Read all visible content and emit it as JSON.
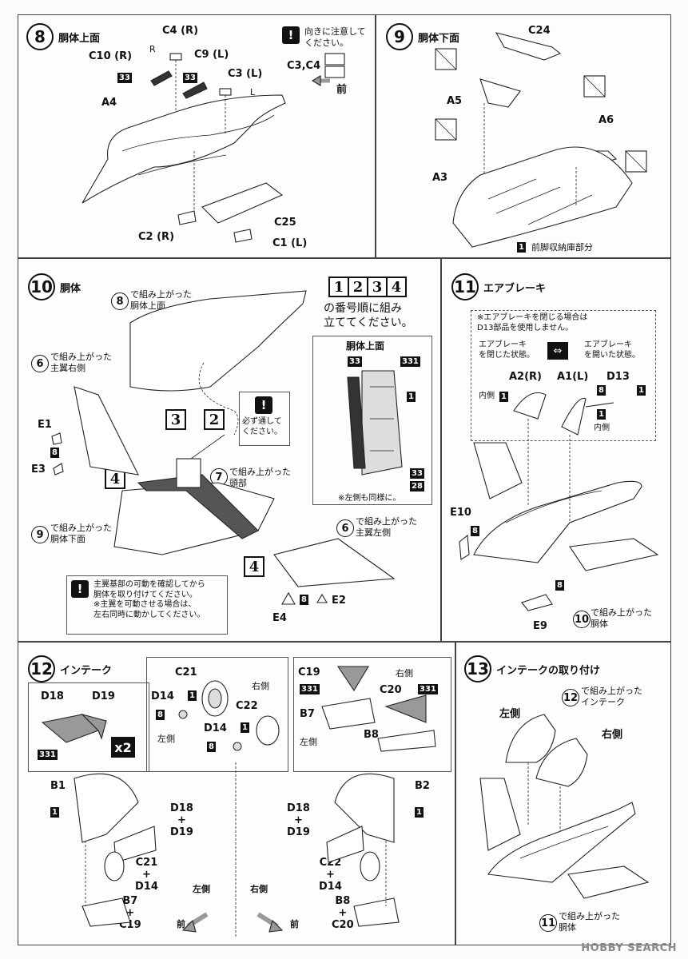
{
  "step8": {
    "num": "8",
    "title": "胴体上面",
    "note": "向きに注意して\nください。",
    "note_parts": "C3,C4",
    "front": "前",
    "labels": {
      "c4": "C4 (R)",
      "c10": "C10 (R)",
      "c9": "C9 (L)",
      "c3": "C3 (L)",
      "a4": "A4",
      "c25": "C25",
      "c2": "C2 (R)",
      "c1": "C1 (L)",
      "r": "R",
      "l": "L"
    },
    "badge": "33"
  },
  "step9": {
    "num": "9",
    "title": "胴体下面",
    "labels": {
      "c24": "C24",
      "a5": "A5",
      "a6": "A6",
      "a3": "A3"
    },
    "badge": "1",
    "caption": "前脚収納庫部分"
  },
  "step10": {
    "num": "10",
    "title": "胴体",
    "built8": "で組み上がった\n胴体上面",
    "built6": "で組み上がった\n主翼右側",
    "built7": "で組み上がった\n頭部",
    "built9": "で組み上がった\n胴体下面",
    "built6l": "で組み上がった\n主翼左側",
    "order_nums": [
      "1",
      "2",
      "3",
      "4"
    ],
    "order_text": "の番号順に組み\n立ててください。",
    "inset_title": "胴体上面",
    "inset_note": "※左側も同様に。",
    "must": "必ず通して\nください。",
    "caution": "主翼基部の可動を確認してから\n胴体を取り付けてください。\n※主翼を可動させる場合は、\n左右同時に動かしてください。",
    "labels": {
      "e1": "E1",
      "e3": "E3",
      "e4": "E4",
      "e2": "E2"
    },
    "badges": {
      "b8": "8",
      "b33": "33",
      "b331": "331",
      "b1": "1",
      "b28": "28"
    }
  },
  "step11": {
    "num": "11",
    "title": "エアブレーキ",
    "note": "※エアブレーキを閉じる場合は\nD13部品を使用しません。",
    "closed": "エアブレーキ\nを閉じた状態。",
    "opened": "エアブレーキ\nを開いた状態。",
    "labels": {
      "a2": "A2(R)",
      "a1": "A1(L)",
      "d13": "D13",
      "e10": "E10",
      "e9": "E9",
      "inside": "内側"
    },
    "built10": "で組み上がった\n胴体",
    "badges": {
      "b1": "1",
      "b8": "8"
    }
  },
  "step12": {
    "num": "12",
    "title": "インテーク",
    "labels": {
      "d18": "D18",
      "d19": "D19",
      "c21": "C21",
      "d14": "D14",
      "c22": "C22",
      "c19": "C19",
      "c20": "C20",
      "b7": "B7",
      "b8": "B8",
      "b1": "B1",
      "b2": "B2",
      "d18d19": "D18\n+\nD19",
      "c21d14": "C21\n+\nD14",
      "c22d14": "C22\n+\nD14",
      "b7c19": "B7\n+\nC19",
      "b8c20": "B8\n+\nC20"
    },
    "x2": "x2",
    "right": "右側",
    "left": "左側",
    "front": "前",
    "badges": {
      "b331": "331",
      "b1": "1",
      "b8": "8"
    }
  },
  "step13": {
    "num": "13",
    "title": "インテークの取り付け",
    "built12": "で組み上がった\nインテーク",
    "left": "左側",
    "right": "右側",
    "built11": "で組み上がった\n胴体"
  },
  "watermark": "HOBBY SEARCH"
}
